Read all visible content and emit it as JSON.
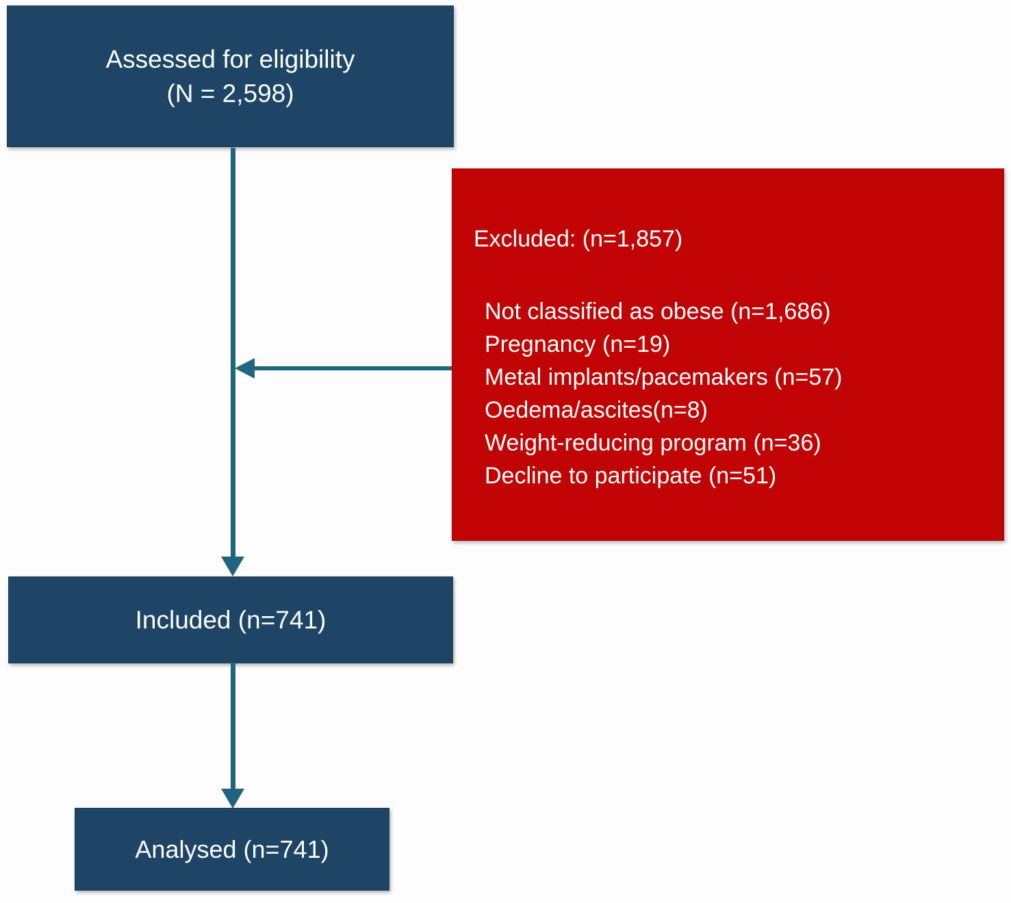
{
  "colors": {
    "box_blue": "#1E4565",
    "box_red": "#C00404",
    "arrow": "#206482",
    "text_white": "#FFFFFF",
    "background": "#FDFDFD"
  },
  "boxes": {
    "assessed": {
      "line1": "Assessed for eligibility",
      "line2": "(N = 2,598)"
    },
    "excluded": {
      "title": "Excluded: (n=1,857)",
      "items": [
        "Not classified as obese (n=1,686)",
        "Pregnancy (n=19)",
        "Metal implants/pacemakers (n=57)",
        "Oedema/ascites(n=8)",
        "Weight-reducing program (n=36)",
        "Decline to participate (n=51)"
      ]
    },
    "included": {
      "label": "Included (n=741)"
    },
    "analysed": {
      "label": "Analysed (n=741)"
    }
  }
}
